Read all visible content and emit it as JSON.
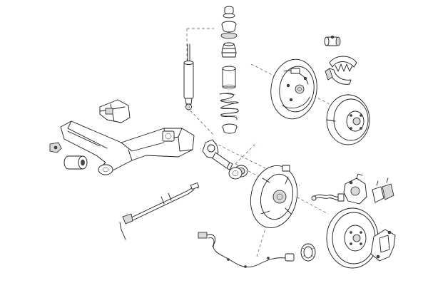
{
  "diagram": {
    "type": "exploded-parts-view",
    "colors": {
      "line": "#1a1a1a",
      "shade": "#d9d9d9",
      "dark": "#4a4a4a",
      "background": "#ffffff"
    },
    "parts": [
      "strut-mount-nut",
      "strut-top-mount",
      "bump-stop",
      "dust-cover",
      "coil-spring",
      "spring-seat",
      "shock-absorber",
      "axle-mount-bracket",
      "trailing-arm-axle-beam",
      "axle-bushing",
      "bolt-washer",
      "stub-axle",
      "wheel-bearing",
      "brake-backing-plate",
      "brake-drum",
      "brake-shoes",
      "wheel-cylinder",
      "handbrake-cable",
      "abs-sensor-cable",
      "brake-splash-shield",
      "brake-hose",
      "brake-caliper",
      "brake-pads",
      "brake-disc",
      "abs-ring",
      "caliper-bracket"
    ]
  }
}
